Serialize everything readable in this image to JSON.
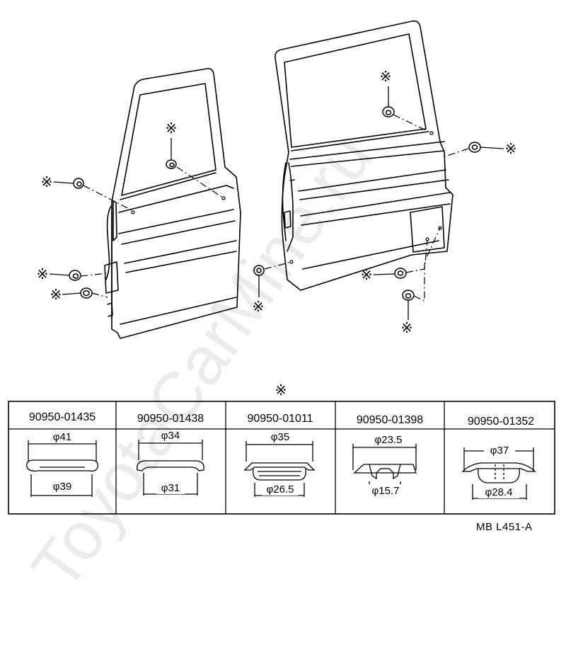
{
  "reference_mark": "※",
  "parts": [
    {
      "number": "90950-01435",
      "outer": "φ41",
      "inner": "φ39"
    },
    {
      "number": "90950-01438",
      "outer": "φ34",
      "inner": "φ31"
    },
    {
      "number": "90950-01011",
      "outer": "φ35",
      "inner": "φ26.5"
    },
    {
      "number": "90950-01398",
      "outer": "φ23.5",
      "inner": "φ15.7"
    },
    {
      "number": "90950-01352",
      "outer": "φ37",
      "inner": "φ28.4"
    }
  ],
  "drawing_code": "MB  L451-A",
  "watermark": "ToyotaCarMine.ru",
  "colors": {
    "line": "#000000",
    "watermark": "#e8e8e8",
    "background": "#ffffff"
  }
}
